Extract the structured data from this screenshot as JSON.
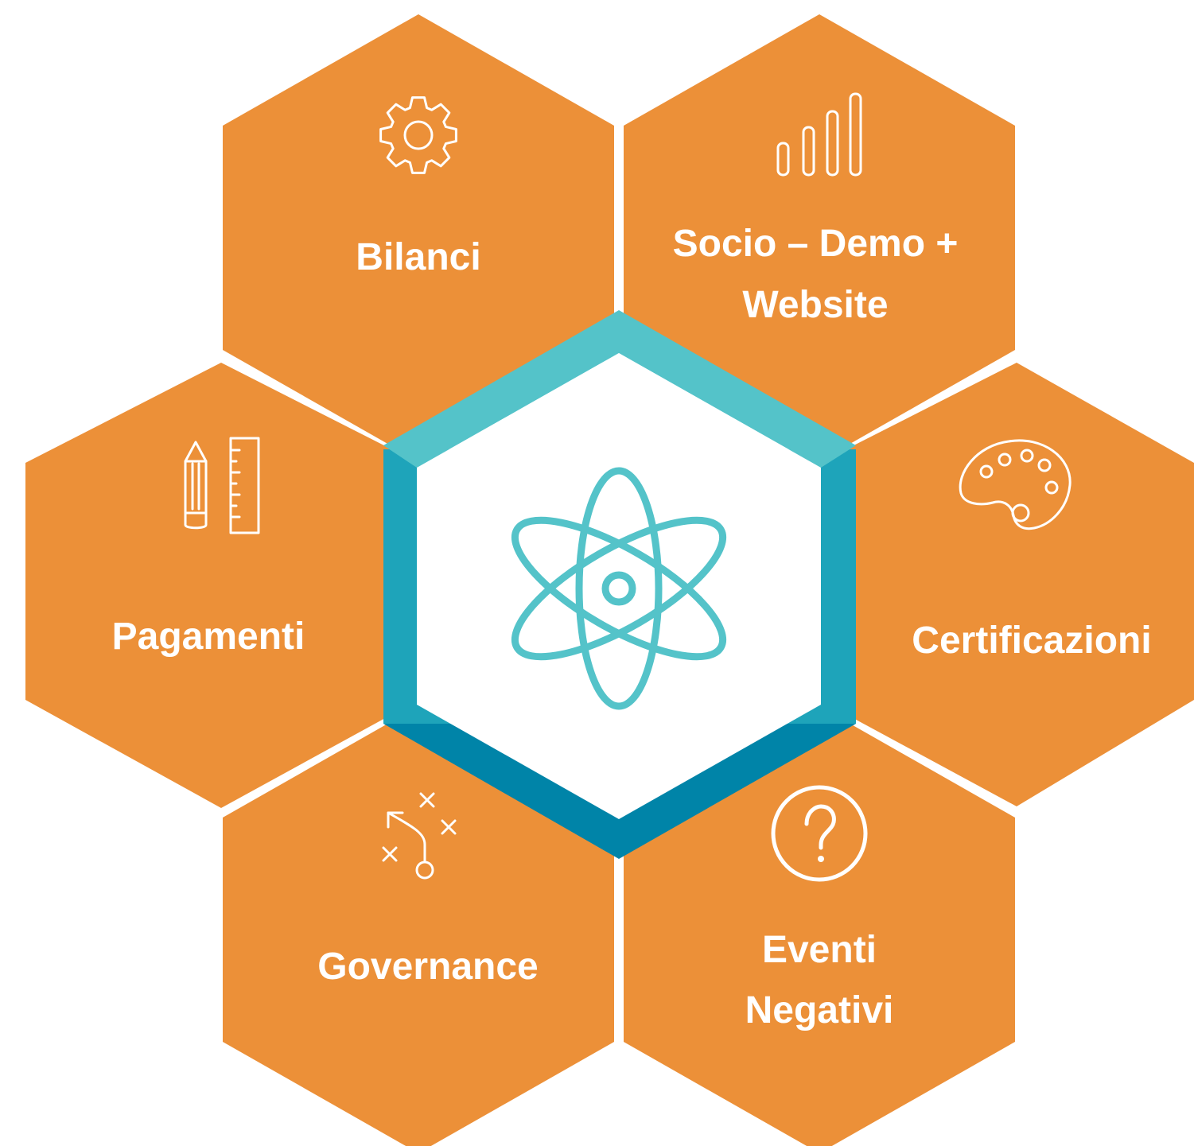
{
  "colors": {
    "background": "#ffffff",
    "tile": "#ec9038",
    "ring_top": "#54c3c9",
    "ring_sides": "#1ea4ba",
    "ring_bottom": "#0084a8",
    "center": "#ffffff",
    "atom": "#54c3c9",
    "text": "#ffffff"
  },
  "center": {
    "icon": "atom-icon"
  },
  "tiles": [
    {
      "id": "bilanci",
      "icon": "gear-icon",
      "lines": [
        "Bilanci"
      ]
    },
    {
      "id": "socio-demo",
      "icon": "signal-bars-icon",
      "lines": [
        "Socio – Demo +",
        "Website"
      ]
    },
    {
      "id": "certificazioni",
      "icon": "palette-icon",
      "lines": [
        "Certificazioni"
      ]
    },
    {
      "id": "eventi-negativi",
      "icon": "question-circle-icon",
      "lines": [
        "Eventi",
        "Negativi"
      ]
    },
    {
      "id": "governance",
      "icon": "strategy-icon",
      "lines": [
        "Governance"
      ]
    },
    {
      "id": "pagamenti",
      "icon": "pencil-ruler-icon",
      "lines": [
        "Pagamenti"
      ]
    }
  ]
}
